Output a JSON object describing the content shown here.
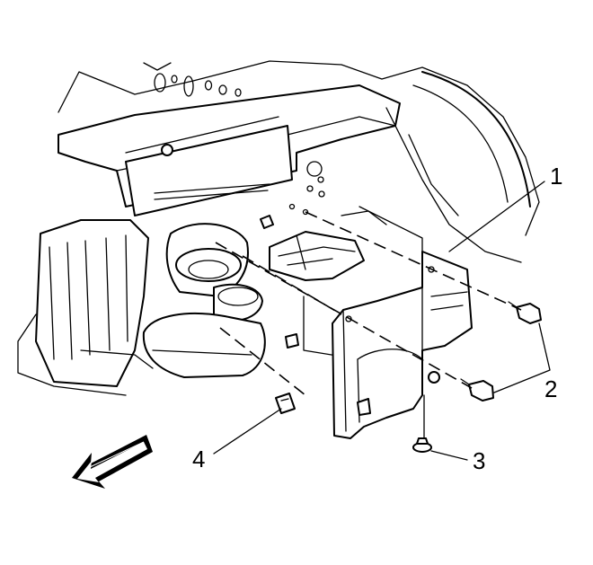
{
  "callouts": [
    {
      "id": "1",
      "label": "1"
    },
    {
      "id": "2",
      "label": "2"
    },
    {
      "id": "3",
      "label": "3"
    },
    {
      "id": "4",
      "label": "4"
    }
  ],
  "colors": {
    "ink": "#000000",
    "paper": "#ffffff"
  },
  "icons": {
    "direction_arrow": "front-direction-arrow-icon"
  }
}
